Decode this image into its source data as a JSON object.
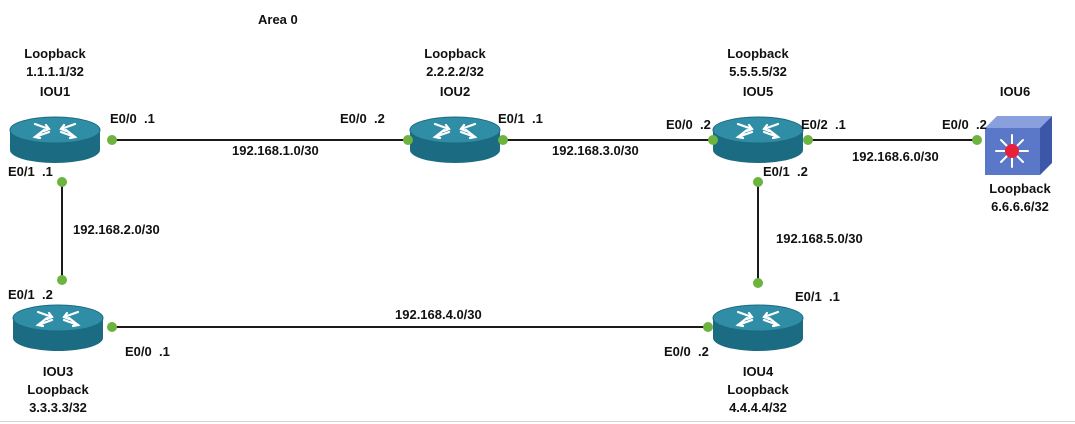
{
  "area": "Area 0",
  "colors": {
    "link": "#1a1a1a",
    "port_dot": "#6cb33f",
    "router_top": "#2f8ea6",
    "router_side": "#1b6b82",
    "switch_face": "#5b78c8",
    "switch_center": "#e8203a"
  },
  "routers": [
    {
      "name": "IOU1",
      "loopback_title": "Loopback",
      "loopback": "1.1.1.1/32"
    },
    {
      "name": "IOU2",
      "loopback_title": "Loopback",
      "loopback": "2.2.2.2/32"
    },
    {
      "name": "IOU5",
      "loopback_title": "Loopback",
      "loopback": "5.5.5.5/32"
    },
    {
      "name": "IOU3",
      "loopback_title": "Loopback",
      "loopback": "3.3.3.3/32"
    },
    {
      "name": "IOU4",
      "loopback_title": "Loopback",
      "loopback": "4.4.4.4/32"
    }
  ],
  "switch": {
    "name": "IOU6",
    "loopback_title": "Loopback",
    "loopback": "6.6.6.6/32",
    "icon": "layer3-switch-icon"
  },
  "networks": [
    "192.168.1.0/30",
    "192.168.3.0/30",
    "192.168.6.0/30",
    "192.168.2.0/30",
    "192.168.5.0/30",
    "192.168.4.0/30"
  ],
  "ports": [
    "E0/0  .1",
    "E0/0  .2",
    "E0/1  .1",
    "E0/0  .2",
    "E0/2  .1",
    "E0/0  .2",
    "E0/1  .1",
    "E0/1  .2",
    "E0/1  .2",
    "E0/1  .1",
    "E0/0  .1",
    "E0/0  .2"
  ]
}
